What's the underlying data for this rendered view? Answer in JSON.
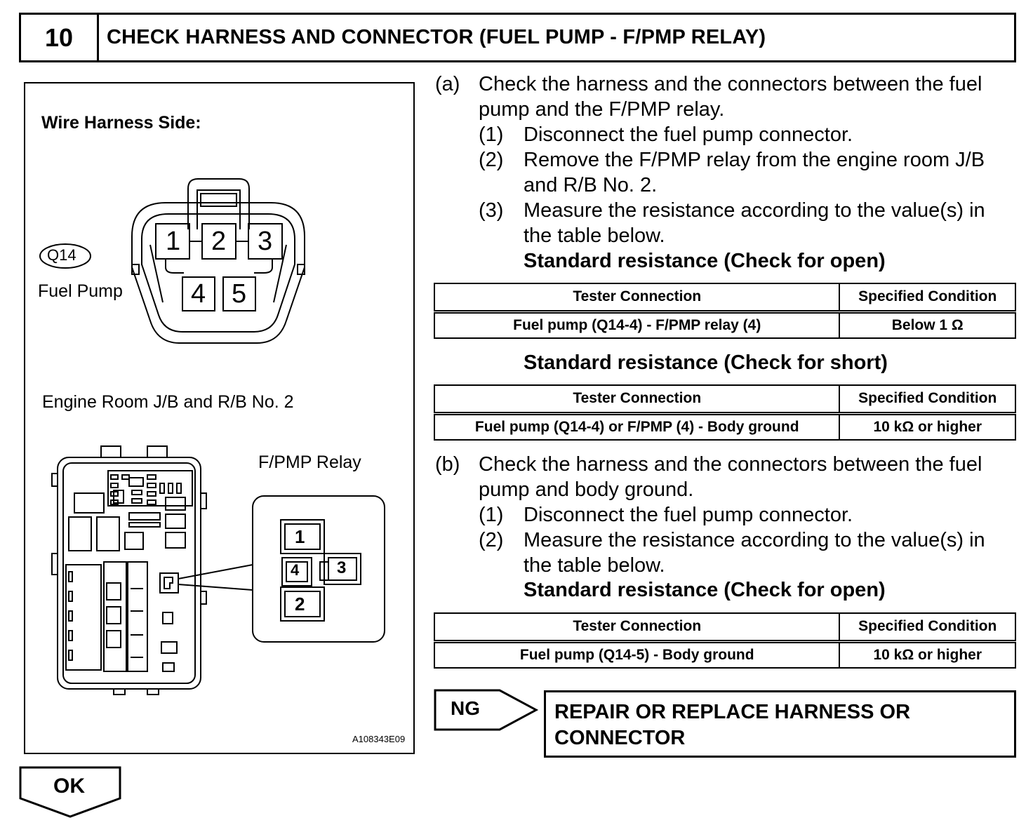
{
  "header": {
    "step_number": "10",
    "title": "CHECK HARNESS AND CONNECTOR (FUEL PUMP - F/PMP RELAY)"
  },
  "figure": {
    "wire_harness_side": "Wire Harness Side:",
    "connector_code": "Q14",
    "connector_name": "Fuel Pump",
    "harness_pins": [
      "1",
      "2",
      "3",
      "4",
      "5"
    ],
    "jb_label": "Engine Room J/B and R/B No. 2",
    "relay_label": "F/PMP Relay",
    "relay_pins": [
      "1",
      "4",
      "3",
      "2"
    ],
    "figure_code": "A108343E09"
  },
  "step_a": {
    "marker": "(a)",
    "line1": "Check the harness and the connectors between the fuel",
    "line2": "pump and the F/PMP relay.",
    "sub1_marker": "(1)",
    "sub1": "Disconnect the fuel pump connector.",
    "sub2_marker": "(2)",
    "sub2_line1": "Remove the F/PMP relay from the engine room J/B",
    "sub2_line2": "and R/B No. 2.",
    "sub3_marker": "(3)",
    "sub3_line1": "Measure the resistance according to the value(s) in",
    "sub3_line2": "the table below.",
    "std_open": "Standard resistance (Check for open)",
    "table_open": {
      "col1": "Tester Connection",
      "col2": "Specified Condition",
      "row_connection": "Fuel pump (Q14-4) - F/PMP relay (4)",
      "row_condition": "Below 1 Ω"
    },
    "std_short": "Standard resistance (Check for short)",
    "table_short": {
      "col1": "Tester Connection",
      "col2": "Specified Condition",
      "row_connection": "Fuel pump (Q14-4) or F/PMP (4) - Body ground",
      "row_condition": "10 kΩ or higher"
    }
  },
  "step_b": {
    "marker": "(b)",
    "line1": "Check the harness and the connectors between the fuel",
    "line2": "pump and body ground.",
    "sub1_marker": "(1)",
    "sub1": "Disconnect the fuel pump connector.",
    "sub2_marker": "(2)",
    "sub2_line1": "Measure the resistance according to the value(s) in",
    "sub2_line2": "the table below.",
    "std_open": "Standard resistance (Check for open)",
    "table_open": {
      "col1": "Tester Connection",
      "col2": "Specified Condition",
      "row_connection": "Fuel pump (Q14-5) - Body ground",
      "row_condition": "10 kΩ or higher"
    }
  },
  "result": {
    "ng_label": "NG",
    "repair_line1": "REPAIR OR REPLACE HARNESS OR",
    "repair_line2": "CONNECTOR",
    "ok_label": "OK"
  }
}
